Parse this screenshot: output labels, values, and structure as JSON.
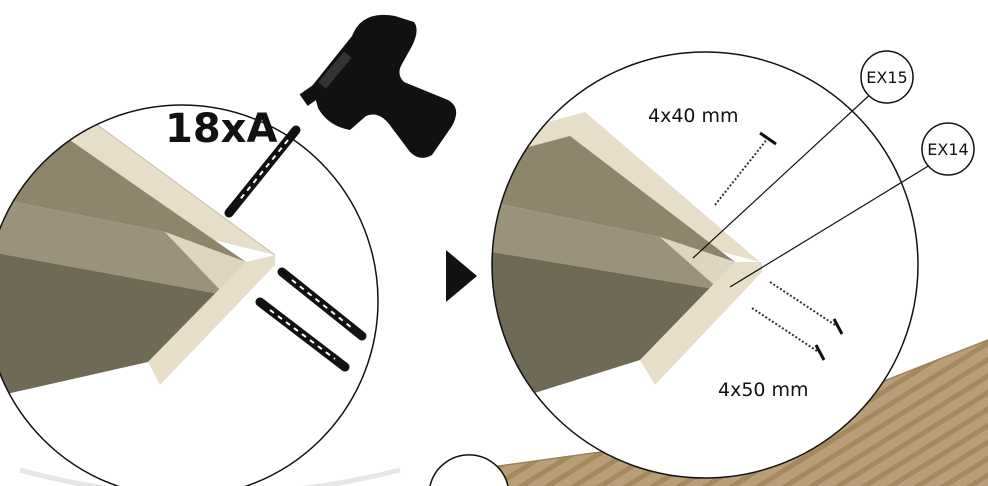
{
  "left_panel": {
    "quantity_label": "18xA"
  },
  "right_panel": {
    "screw_top_label": "4x40 mm",
    "screw_bottom_label": "4x50 mm",
    "callout_top": "EX15",
    "callout_bottom": "EX14"
  },
  "icons": {
    "drill": "drill-icon",
    "drill_bit": "drill-bit-icon",
    "screw": "screw-icon",
    "next_step_arrow": "play-arrow-icon"
  },
  "colors": {
    "board_light": "#ddd4bd",
    "board_dark": "#8a826a",
    "board_mid": "#a79f85",
    "cardboard": "#b89b74",
    "line": "#111111"
  }
}
